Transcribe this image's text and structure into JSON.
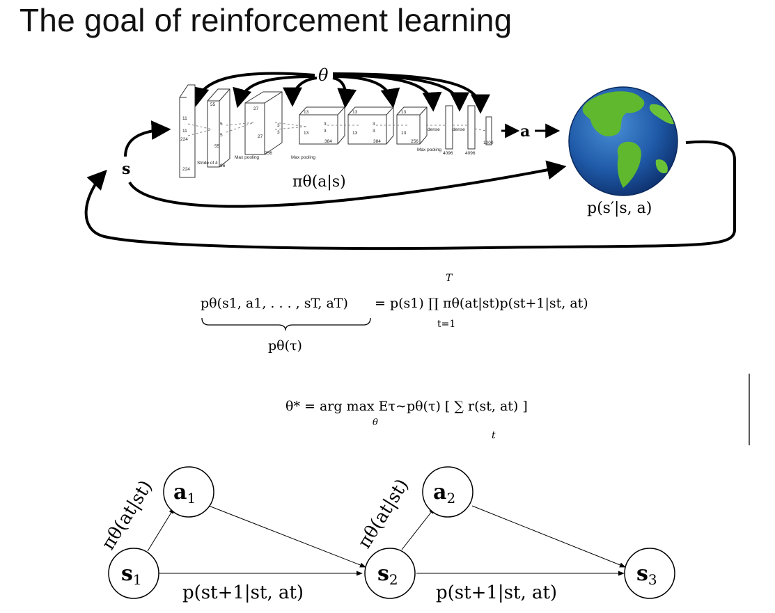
{
  "slide": {
    "title": "The goal of reinforcement learning"
  },
  "agent_loop": {
    "theta": "θ",
    "state": "s",
    "action": "a",
    "policy_label": "πθ(a|s)",
    "dynamics_label": "p(s′|s, a)",
    "network": {
      "block_labels": [
        "224",
        "224",
        "11",
        "11",
        "Stride of 4",
        "55",
        "55",
        "96",
        "5",
        "5",
        "Max pooling",
        "27",
        "27",
        "256",
        "Max pooling",
        "3",
        "3",
        "13",
        "13",
        "384",
        "3",
        "3",
        "13",
        "13",
        "384",
        "3",
        "3",
        "13",
        "13",
        "256",
        "Max pooling",
        "dense",
        "dense",
        "4096",
        "4096",
        "1000"
      ]
    }
  },
  "equations": {
    "trajectory_lhs": "pθ(s1, a1, . . . , sT, aT)",
    "trajectory_rhs": "= p(s1) ∏ πθ(at|st)p(st+1|st, at)",
    "product_upper": "T",
    "product_lower": "t=1",
    "brace_label": "pθ(τ)",
    "objective": "θ* = arg max Eτ∼pθ(τ) [ ∑ r(st, at) ]",
    "objective_sub_theta": "θ",
    "objective_sub_t": "t"
  },
  "graph": {
    "nodes": [
      {
        "id": "s1",
        "label": "s",
        "sub": "1"
      },
      {
        "id": "a1",
        "label": "a",
        "sub": "1"
      },
      {
        "id": "s2",
        "label": "s",
        "sub": "2"
      },
      {
        "id": "a2",
        "label": "a",
        "sub": "2"
      },
      {
        "id": "s3",
        "label": "s",
        "sub": "3"
      }
    ],
    "policy_edge_label": "πθ(at|st)",
    "transition_edge_label": "p(st+1|st, at)"
  }
}
